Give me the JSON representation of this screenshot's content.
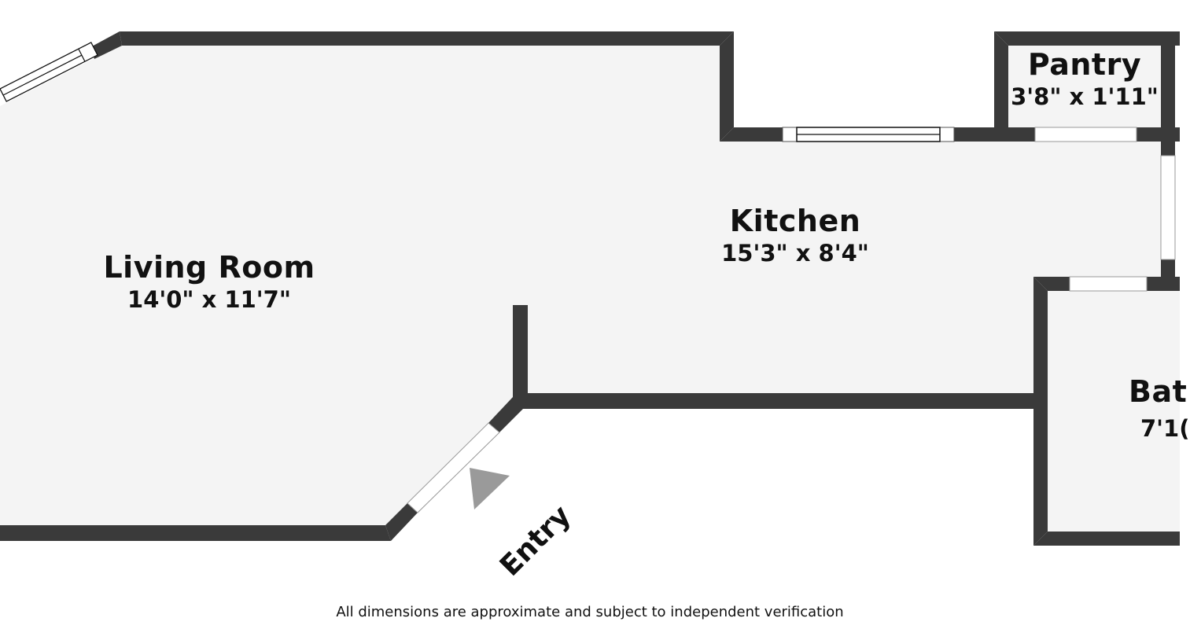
{
  "floorplan": {
    "colors": {
      "wall": "#3a3a3a",
      "floor": "#f4f4f4",
      "background": "#ffffff",
      "opening": "#ffffff",
      "entry_arrow": "#9a9a9a",
      "text": "#111111"
    },
    "rooms": [
      {
        "name": "Living Room",
        "dimensions": "14'0\" x 11'7\""
      },
      {
        "name": "Kitchen",
        "dimensions": "15'3\" x 8'4\""
      },
      {
        "name": "Pantry",
        "dimensions": "3'8\" x 1'11\""
      },
      {
        "name": "Bat",
        "dimensions": "7'1("
      }
    ],
    "entry_label": "Entry",
    "disclaimer": "All dimensions are approximate and subject to independent verification"
  }
}
